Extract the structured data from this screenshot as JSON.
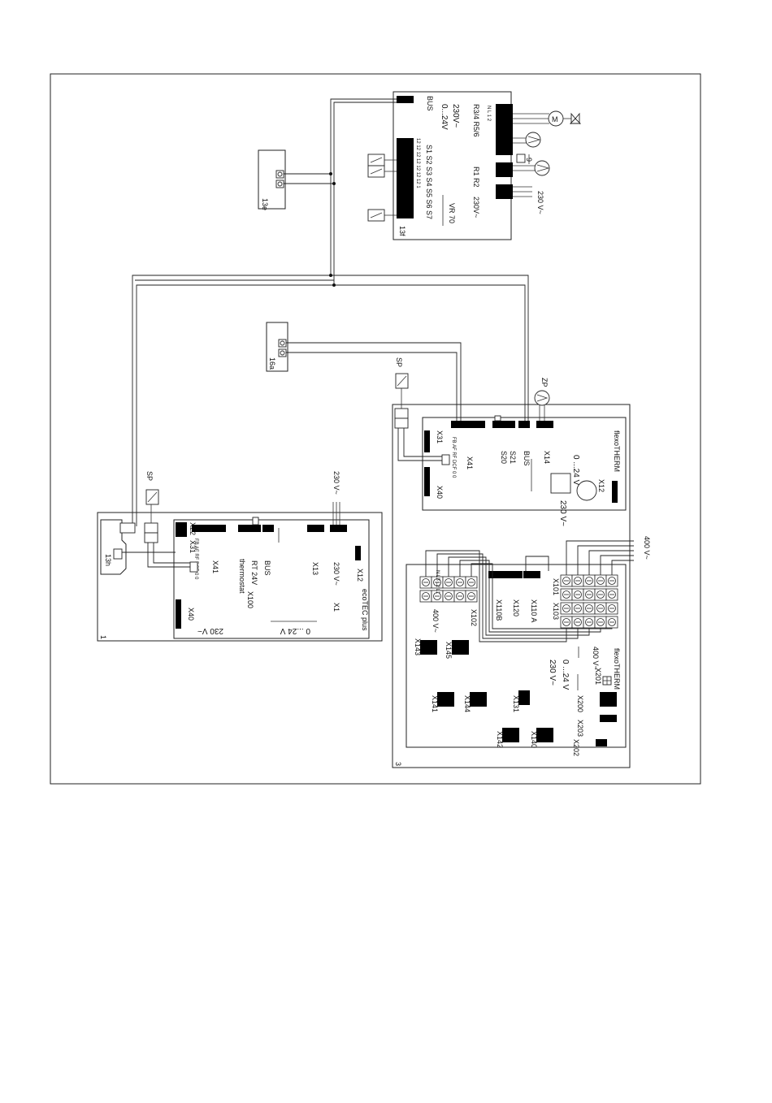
{
  "vr70": {
    "bus": "BUS",
    "voltage_low": "0...24V",
    "voltage_high": "230V~",
    "relays": "R3/4  R5/6",
    "r1r2": "R1  R2",
    "sensors": "S1 S2  S3  S4 S5 S6  S7",
    "name": "VR 70",
    "mains": "230V~",
    "pin_numbers": "12 12 12 12 12 12 12 1",
    "relay_pins": "N L 1 2",
    "mains_label": "230 V~",
    "id": "13f",
    "relay_tag": "9"
  },
  "component_13e": "13e",
  "component_16a": "16a",
  "component_13h": "13h",
  "sp_top": "SP",
  "sp_left": "SP",
  "zp": "ZP",
  "ecotec": {
    "brand": "ecoTEC plus",
    "mains": "230 V~",
    "low_voltage": "0 ...24 V",
    "mains_small": "230 V~",
    "x22": "X22",
    "x31": "X31",
    "x41": "X41",
    "x40": "X40",
    "x100": "X100",
    "x13": "X13",
    "x12": "X12",
    "x1": "X1",
    "thermostat": "thermostat",
    "rt24v": "RT 24V",
    "bus": "BUS",
    "pins": "FB  AF  RF  DCF  0  0",
    "id": "1"
  },
  "flexotherm_control": {
    "brand": "flexoTHERM",
    "x31": "X31",
    "x41": "X41",
    "x40": "X40",
    "x12": "X12",
    "x14": "X14",
    "s20": "S20",
    "s21": "S21",
    "bus": "BUS",
    "mains": "230 V~",
    "low_voltage": "0 ...24 V",
    "pins": "FB  AF  RF  DCF  0  0"
  },
  "flexotherm_power": {
    "brand": "flexoTHERM",
    "supply": "400 V~",
    "supply_small": "400 V~",
    "x101": "X101",
    "x102": "X102",
    "x103": "X103",
    "x110a": "X110 A",
    "x110b": "X110B",
    "x120": "X120",
    "x143": "X143",
    "x145": "X145",
    "x141": "X141",
    "x144": "X144",
    "x131": "X131",
    "x142": "X142",
    "x140": "X140",
    "x200": "X200",
    "x201": "X201",
    "x202": "X202",
    "x203": "X203",
    "mains": "230 V~",
    "low_voltage": "0 ...24 V",
    "supply_out": "400 V~",
    "terminals": "N L3 L2 L1",
    "id": "3"
  }
}
